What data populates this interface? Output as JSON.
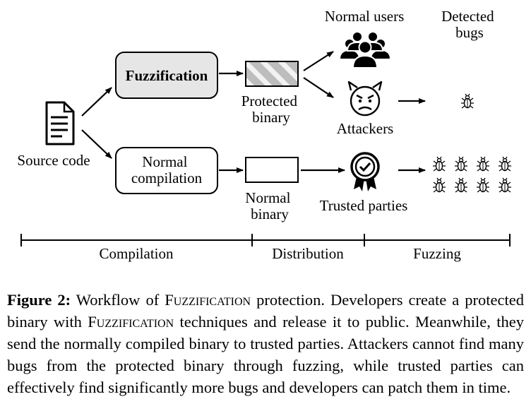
{
  "nodes": {
    "source_code": "Source code",
    "fuzzification": "Fuzzification",
    "normal_compilation": [
      "Normal",
      "compilation"
    ],
    "protected_binary": [
      "Protected",
      "binary"
    ],
    "normal_binary": [
      "Normal",
      "binary"
    ],
    "normal_users": "Normal users",
    "attackers": "Attackers",
    "trusted_parties": "Trusted parties",
    "detected_bugs": [
      "Detected",
      "bugs"
    ]
  },
  "stages": [
    "Compilation",
    "Distribution",
    "Fuzzing"
  ],
  "detected_bugs_count": {
    "attackers": 1,
    "trusted_parties": 8
  },
  "caption": {
    "figure_label": "Figure 2:",
    "p1": "Workflow of ",
    "name1": "Fuzzification",
    "p2": " protection. Developers create a protected binary with ",
    "name2": "Fuzzification",
    "p3": " techniques and release it to public. Meanwhile, they send the normally compiled binary to trusted parties. Attackers cannot find many bugs from the protected binary through fuzzing, while trusted parties can effectively find significantly more bugs and developers can patch them in time."
  }
}
